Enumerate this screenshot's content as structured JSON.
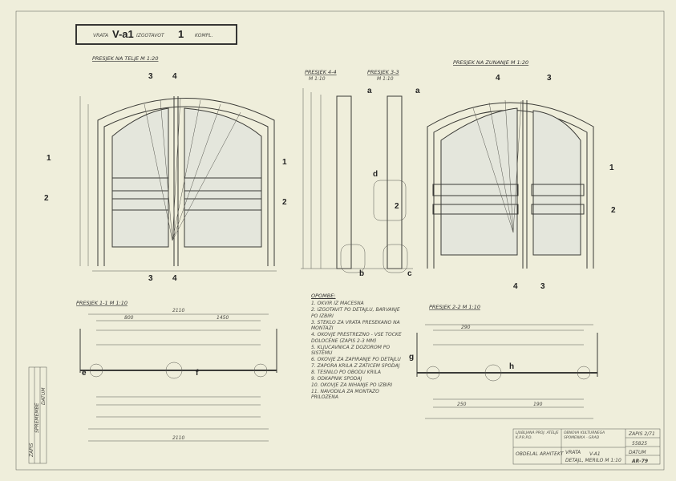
{
  "title_box": {
    "prefix": "VRATA",
    "code": "V-a1",
    "make_label": "IZGOTAVOT",
    "qty": "1",
    "unit": "KOMPL."
  },
  "views": {
    "elev_inside": "PRESJEK NA TELJE   M 1:20",
    "sec_4_4": "PRESJEK 4-4",
    "sec_4_4_scale": "M 1:10",
    "sec_3_3": "PRESJEK 3-3",
    "sec_3_3_scale": "M 1:10",
    "elev_outside": "PRESJEK NA ZUNANJE   M 1:20",
    "sec_1_1": "PRESJEK 1-1   M 1:10",
    "sec_2_2": "PRESJEK 2-2   M 1:10"
  },
  "markers": {
    "n1": "1",
    "n2": "2",
    "n3": "3",
    "n4": "4",
    "a": "a",
    "b": "b",
    "c": "c",
    "d": "d",
    "e": "e",
    "f": "f",
    "g": "g",
    "h": "h"
  },
  "dimensions": {
    "total_1": "2110",
    "total_2": "2110",
    "d800": "800",
    "d1450": "1450",
    "d290": "290",
    "d250": "250",
    "d190": "190"
  },
  "notes": {
    "heading": "OPOMBE:",
    "items": [
      "1. OKVIR IZ MACESNA",
      "2. IZGOTAVIT PO DETAJLU, BARVANJE PO IZBIRI",
      "3. STEKLO ZA VRATA PRESEKANO NA MONTAZI",
      "4. OKOVJE PRESTREZNO - VSE TOCKE DOLOCENE (ZAPIS 2-3 MM)",
      "5. KLJUCAVNICA Z DOZOROM PO SISTEMU",
      "6. OKOVJE ZA ZAPIRANJE PO DETAJLU",
      "7. ZAPORA KRILA Z ZATICEM SPODAJ",
      "8. TESNILO PO OBODU KRILA",
      "9. ODKAPNIK SPODAJ",
      "10. OKOVJE ZA NIHANJE PO IZBIRI",
      "11. NAVODILA ZA MONTAZO PRILOZENA"
    ]
  },
  "title_block": {
    "org": "LJUBLJANA PROJ. ATELJE K.P.R.P.D.",
    "project": "OBNOVA KULTURNEGA SPOMENIKA - GRAD",
    "drawn": "OBDELAL ARHITEKT",
    "sheet_label": "VRATA",
    "sheet_code": "V-A1",
    "sheet_desc": "DETAJL, MERILO M 1:10",
    "r1": "ZAPIS 2/71",
    "number": "55825",
    "r3": "DATUM",
    "drawing_no": "AR-79"
  },
  "side_strip": [
    "ZAPIS",
    "SPREMEMBE",
    "DATUM"
  ]
}
